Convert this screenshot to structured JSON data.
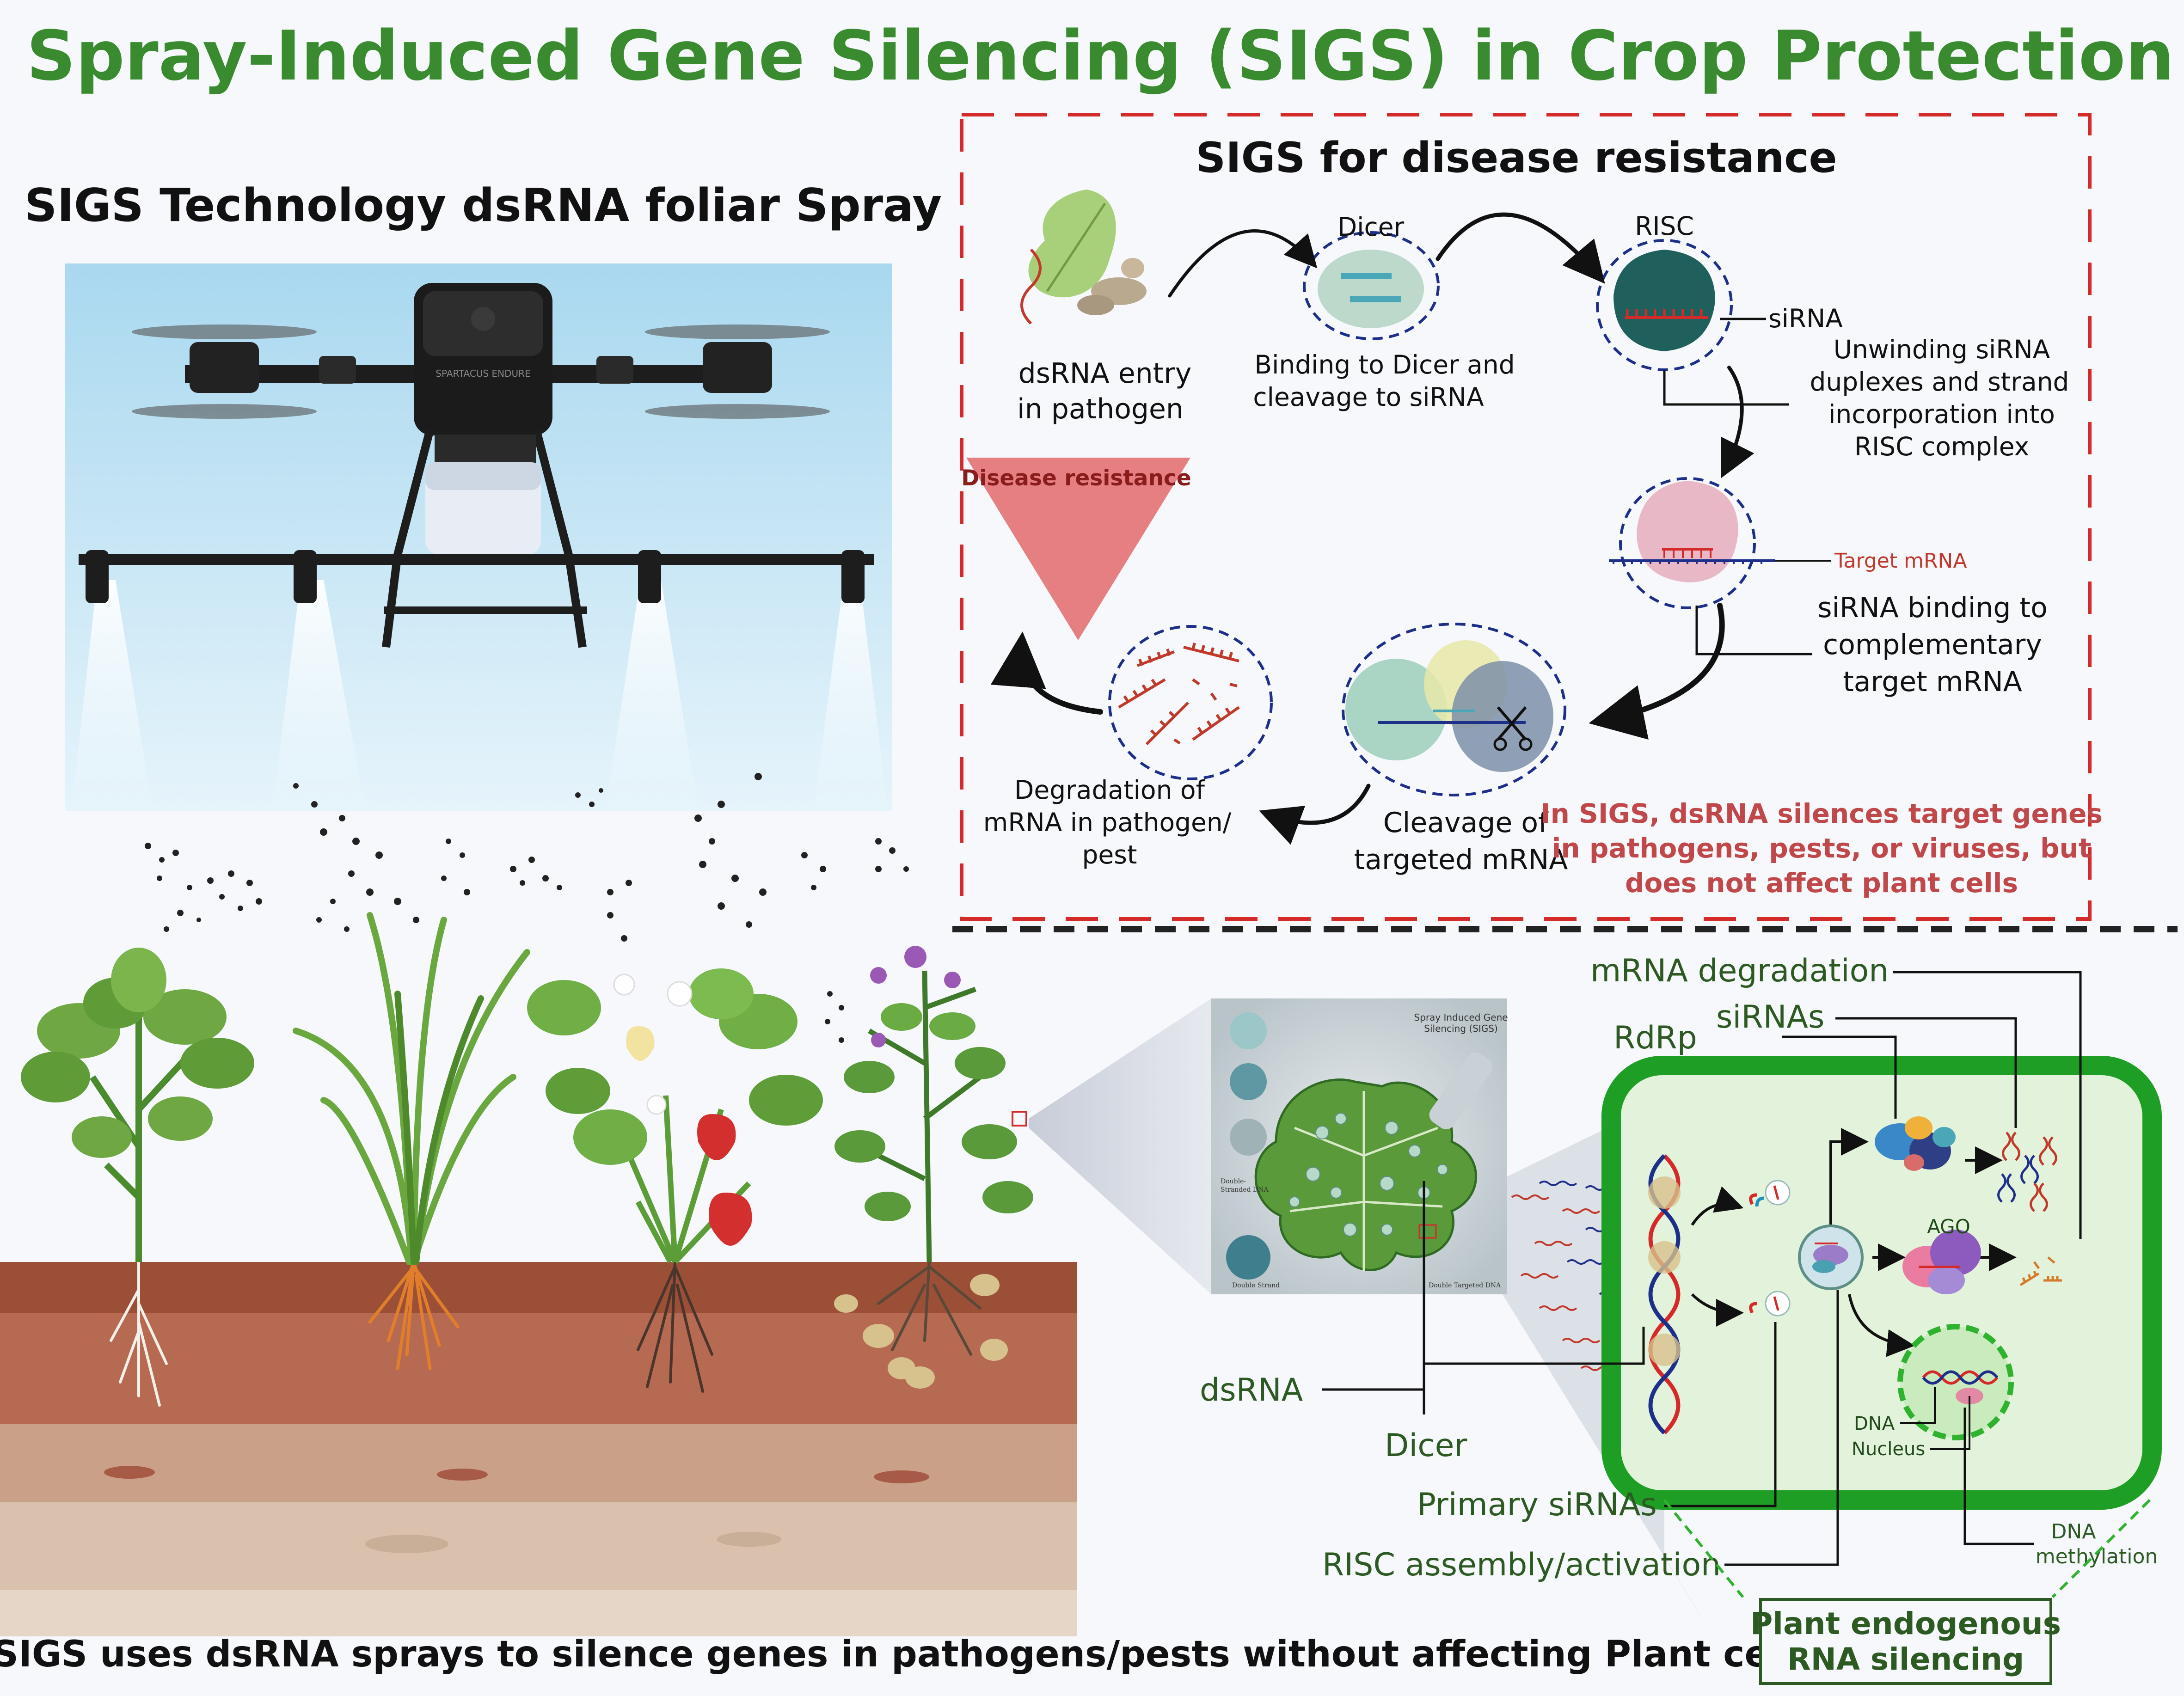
{
  "title": "Spray-Induced Gene Silencing (SIGS) in Crop Protection",
  "left_panel": {
    "heading": "SIGS Technology dsRNA foliar Spray",
    "drone_brand": "SPARTACUS ENDURE",
    "caption": "SIGS uses dsRNA sprays to silence genes in pathogens/pests without affecting Plant cells"
  },
  "disease_panel": {
    "heading": "SIGS for disease resistance",
    "steps": {
      "entry": [
        "dsRNA entry",
        "in pathogen"
      ],
      "dicer_label": "Dicer",
      "dicer_desc": [
        "Binding to Dicer and",
        "cleavage to siRNA"
      ],
      "risc_label": "RISC",
      "sirna_label": "siRNA",
      "unwind": [
        "Unwinding siRNA",
        "duplexes and strand",
        "incorporation into",
        "RISC complex"
      ],
      "target_label": "Target mRNA",
      "binding": [
        "siRNA binding to",
        "complementary",
        "target mRNA"
      ],
      "cleavage": [
        "Cleavage of",
        "targeted mRNA"
      ],
      "degradation": [
        "Degradation of",
        "mRNA in pathogen/",
        "pest"
      ],
      "resistance": "Disease resistance"
    },
    "note": [
      "In SIGS, dsRNA silences target genes",
      "in pathogens, pests, or viruses, but",
      "does not affect plant cells"
    ]
  },
  "plant_cell_panel": {
    "inset_title": [
      "Spray Induced Gene",
      "Silencing (SIGS)"
    ],
    "inset_labels": [
      "Double-",
      "Stranded DNA",
      "Double Strand",
      "Double Targeted DNA"
    ],
    "labels": {
      "mrna_degradation": "mRNA degradation",
      "sirnas": "siRNAs",
      "rdrp": "RdRp",
      "dsrna": "dsRNA",
      "dicer": "Dicer",
      "primary_sirnas": "Primary siRNAs",
      "risc": "RISC assembly/activation",
      "ago": "AGO",
      "dna": "DNA",
      "nucleus": "Nucleus",
      "dna_methylation": [
        "DNA",
        "methylation"
      ]
    },
    "box_label": [
      "Plant endogenous",
      "RNA silencing"
    ]
  },
  "colors": {
    "title_green": "#3a8b2f",
    "dashed_red": "#d42a2a",
    "note_red": "#c0474a",
    "label_green": "#2c5a22",
    "cell_green": "#1f9e25",
    "triangle": "#e57f82"
  }
}
